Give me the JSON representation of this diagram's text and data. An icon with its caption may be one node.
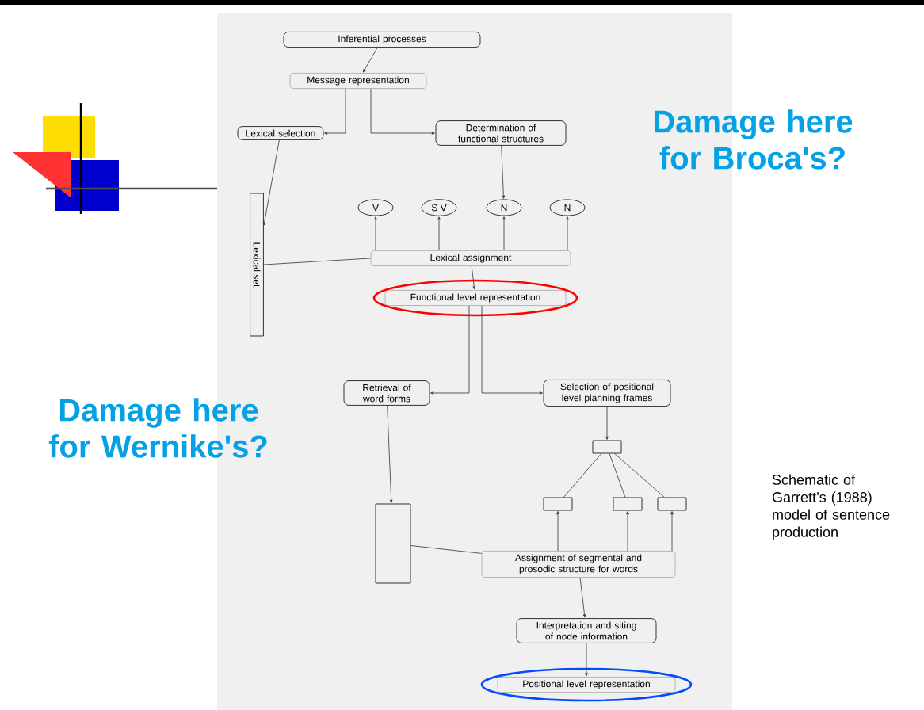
{
  "diagram": {
    "nodes": [
      {
        "text": [
          "Inferential processes"
        ]
      },
      {
        "text": [
          "Message representation"
        ]
      },
      {
        "text": [
          "Lexical selection"
        ]
      },
      {
        "text": [
          "Determination of functional structures"
        ]
      },
      {
        "text": [
          "Lexical set"
        ]
      },
      {
        "text": [
          "V"
        ]
      },
      {
        "text": [
          "S V"
        ]
      },
      {
        "text": [
          "N"
        ]
      },
      {
        "text": [
          "N"
        ]
      },
      {
        "text": [
          "Lexical assignment"
        ]
      },
      {
        "text": [
          "Functional level representation"
        ]
      },
      {
        "text": [
          "Retrieval of word forms"
        ]
      },
      {
        "text": [
          "Selection of positional level planning frames"
        ]
      },
      {
        "text": [],
        "shape": "box"
      },
      {
        "text": [],
        "shape": "box"
      },
      {
        "text": [],
        "shape": "box"
      },
      {
        "text": [],
        "shape": "box"
      },
      {
        "text": [],
        "shape": "box"
      },
      {
        "text": [
          "Assignment of segmental and prosodic structure for words"
        ]
      },
      {
        "text": [
          "Interpretation and siting of node information"
        ]
      },
      {
        "text": [
          "Positional level representation"
        ]
      }
    ],
    "edges": [
      {
        "from": 0,
        "to": 1,
        "arrow": "to"
      },
      {
        "from": 1,
        "to": 2,
        "arrow": "to"
      },
      {
        "from": 1,
        "to": 3,
        "arrow": "to"
      },
      {
        "from": 2,
        "to": 4,
        "arrow": "to"
      },
      {
        "from": 3,
        "to": 7,
        "arrow": "to"
      },
      {
        "from": 4,
        "to": 9,
        "arrow": "none"
      },
      {
        "from": 9,
        "to": 5,
        "arrow": "to"
      },
      {
        "from": 9,
        "to": 6,
        "arrow": "to"
      },
      {
        "from": 9,
        "to": 7,
        "arrow": "to"
      },
      {
        "from": 9,
        "to": 8,
        "arrow": "to"
      },
      {
        "from": 9,
        "to": 10,
        "arrow": "to"
      },
      {
        "from": 10,
        "to": 11,
        "arrow": "to"
      },
      {
        "from": 10,
        "to": 12,
        "arrow": "to"
      },
      {
        "from": 11,
        "to": 13,
        "arrow": "to"
      },
      {
        "from": 12,
        "to": 14,
        "arrow": "to"
      },
      {
        "from": 14,
        "to": 15,
        "arrow": "none"
      },
      {
        "from": 14,
        "to": 16,
        "arrow": "none"
      },
      {
        "from": 14,
        "to": 17,
        "arrow": "none"
      },
      {
        "from": 13,
        "to": 18,
        "arrow": "none"
      },
      {
        "from": 18,
        "to": 15,
        "arrow": "to"
      },
      {
        "from": 18,
        "to": 16,
        "arrow": "to"
      },
      {
        "from": 18,
        "to": 17,
        "arrow": "to"
      },
      {
        "from": 18,
        "to": 19,
        "arrow": "to"
      },
      {
        "from": 19,
        "to": 20,
        "arrow": "to"
      }
    ],
    "labels": [
      "Damage here for Broca's?",
      "Damage here for Wernike's?",
      "Schematic of Garrett’s (1988) model of sentence production"
    ]
  }
}
